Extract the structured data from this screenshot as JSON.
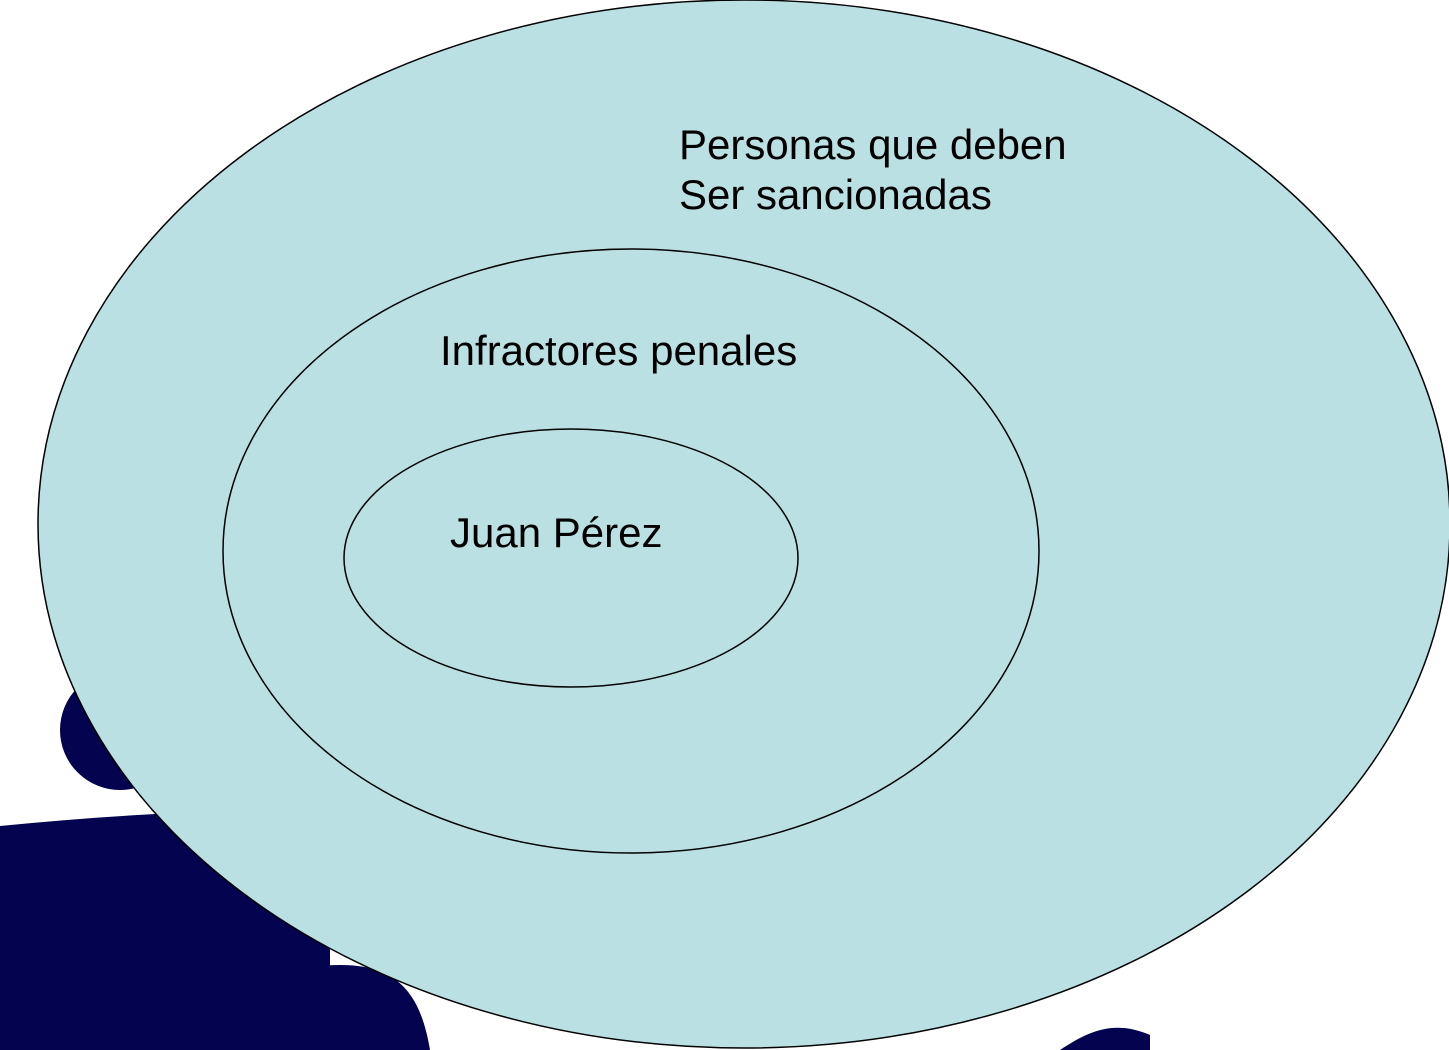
{
  "colors": {
    "ellipse_fill": "#bae0e3",
    "ellipse_stroke": "#000000",
    "background_logo": "#03034f",
    "background": "#ffffff"
  },
  "background_logo": {
    "description_icon": "people-group-logo-icon"
  },
  "sets": {
    "outer": {
      "line1": "Personas que deben",
      "line2": "Ser sancionadas"
    },
    "middle": {
      "label": "Infractores penales"
    },
    "inner": {
      "label": "Juan Pérez"
    }
  }
}
